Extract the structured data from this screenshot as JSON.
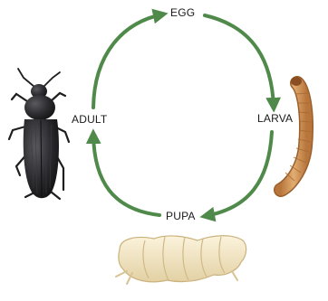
{
  "labels": {
    "egg": "EGG",
    "larva": "LARVA",
    "pupa": "PUPA",
    "adult": "ADULT"
  },
  "colors": {
    "arrow": "#4f8a4a",
    "beetle": "#2a2a2c",
    "larva": "#d79a5e",
    "pupa": "#f2e6c6",
    "label": "#1a1a1a",
    "background": "#ffffff"
  },
  "arrows": [
    {
      "from": "egg",
      "to": "larva"
    },
    {
      "from": "larva",
      "to": "pupa"
    },
    {
      "from": "pupa",
      "to": "adult"
    },
    {
      "from": "adult",
      "to": "egg"
    }
  ]
}
